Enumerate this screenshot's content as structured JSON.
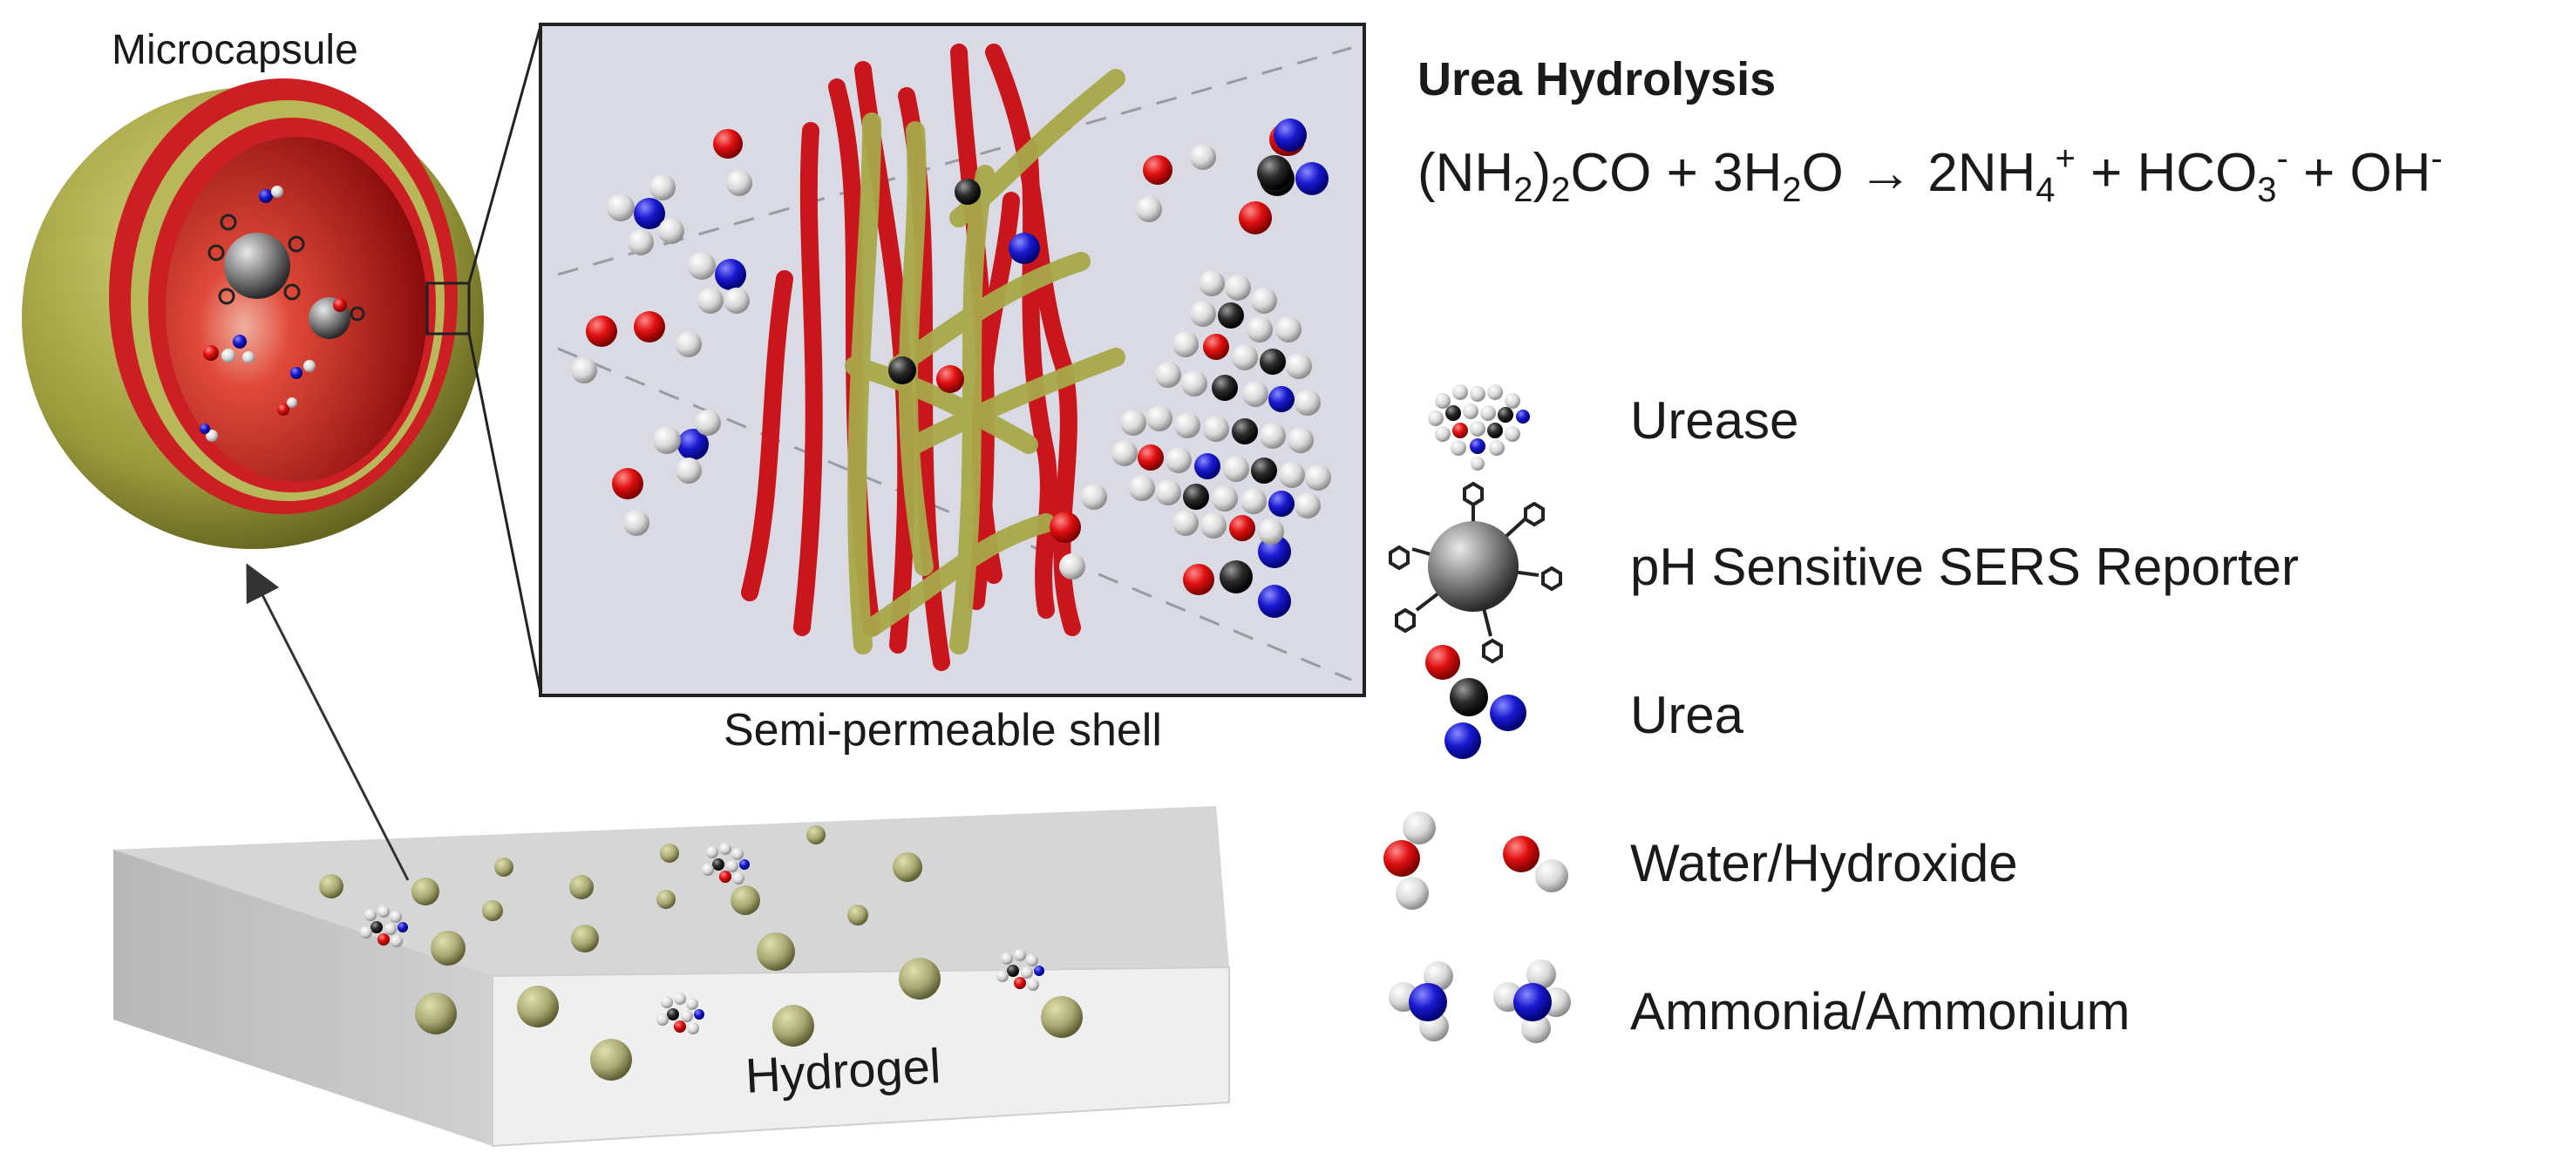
{
  "labels": {
    "microcapsule": "Microcapsule",
    "shell": "Semi-permeable shell",
    "hydrogel": "Hydrogel"
  },
  "reaction": {
    "title": "Urea Hydrolysis",
    "equation": {
      "p1": "(NH",
      "s1": "2",
      "p2": ")",
      "s2": "2",
      "p3": "CO + 3H",
      "s3": "2",
      "p4": "O → 2NH",
      "s4": "4",
      "sp1": "+",
      "p5": " + HCO",
      "s5": "3",
      "sp2": "-",
      "p6": " + OH",
      "sp3": "-"
    }
  },
  "legend": [
    {
      "id": "urease",
      "label": "Urease"
    },
    {
      "id": "sers",
      "label": "pH Sensitive SERS Reporter"
    },
    {
      "id": "urea",
      "label": "Urea"
    },
    {
      "id": "water",
      "label": "Water/Hydroxide"
    },
    {
      "id": "ammonia",
      "label": "Ammonia/Ammonium"
    }
  ],
  "colors": {
    "shell_olive": "#9a9a4a",
    "shell_red": "#cc1f24",
    "oxygen": "#e01010",
    "nitrogen": "#1a1ad0",
    "carbon": "#2a2a2a",
    "hydrogen": "#dcdcdc",
    "panel_bg": "#d9dae3"
  }
}
